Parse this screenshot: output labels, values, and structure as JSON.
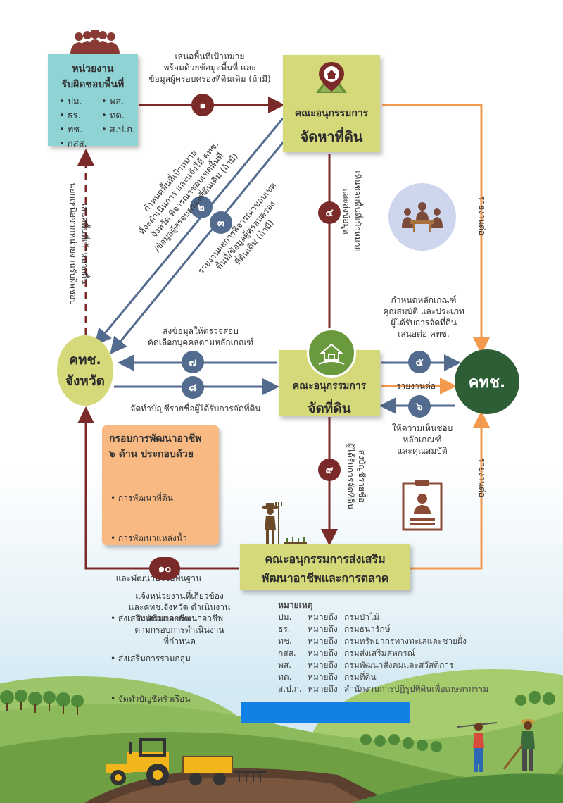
{
  "agencies": {
    "title_line1": "หน่วยงาน",
    "title_line2": "รับผิดชอบพื้นที่",
    "items": [
      "• ปม.",
      "• พส.",
      "• ธร.",
      "• ทด.",
      "• ทช.",
      "• ส.ป.ก.",
      "• กสส."
    ]
  },
  "committees": {
    "land_finding_line1": "คณะอนุกรรมการ",
    "land_finding_line2": "จัดหาที่ดิน",
    "land_allocation_line1": "คณะอนุกรรมการ",
    "land_allocation_line2": "จัดที่ดิน",
    "promotion_line1": "คณะอนุกรรมการส่งเสริม",
    "promotion_line2": "พัฒนาอาชีพและการตลาด",
    "province_line1": "คทช.",
    "province_line2": "จังหวัด",
    "national": "คทช."
  },
  "steps": {
    "s1": "๑",
    "s2": "๒",
    "s3": "๓",
    "s4": "๔",
    "s5": "๕",
    "s6": "๖",
    "s7": "๗",
    "s8": "๘",
    "s9": "๙",
    "s10": "๑๐"
  },
  "labels": {
    "step1_l1": "เสนอพื้นที่เป้าหมาย",
    "step1_l2": "พร้อมด้วยข้อมูลพื้นที่ และ",
    "step1_l3": "ข้อมูลผู้ครอบครองที่ดินเดิม (ถ้ามี)",
    "step2_l1": "กำหนดพื้นที่เป้าหมาย",
    "step2_l2": "ที่จะดำเนินการ และแจ้งให้ คทช.",
    "step2_l3": "จังหวัด พิจารณาขอบเขตพื้นที่",
    "step2_l4": "/ข้อมูลผู้ครอบครองที่ดินเดิม (ถ้ามี)",
    "step3_l1": "รายงานผลการพิจารณาขอบเขต",
    "step3_l2": "พื้นที่/ข้อมูลผู้ครอบครอง",
    "step3_l3": "ที่ดินเดิม (ถ้ามี)",
    "left_up_l1": "เสนอพื้นที่เป้าหมายอื่น",
    "left_up_l2": "นอกเหนือจากหน่วยงานรับผิดชอบ",
    "step4_l1": "เห็นชอบพื้นที่เป้าหมาย",
    "step4_l2": "และส่งข้อมูล",
    "report_top": "รายงานต่อ",
    "report_mid": "รายงานต่อ",
    "report_bottom": "รายงานต่อ",
    "step5_l1": "กำหนดหลักเกณฑ์",
    "step5_l2": "คุณสมบัติ และประเภท",
    "step5_l3": "ผู้ได้รับการจัดที่ดิน",
    "step5_l4": "เสนอต่อ คทช.",
    "step6_l1": "ให้ความเห็นชอบ",
    "step6_l2": "หลักเกณฑ์",
    "step6_l3": "และคุณสมบัติ",
    "step7_l1": "ส่งข้อมูลให้ตรวจสอบ",
    "step7_l2": "คัดเลือกบุคคลตามหลักเกณฑ์",
    "step8": "จัดทำบัญชีรายชื่อผู้ได้รับการจัดที่ดิน",
    "step9_l1": "ส่งบัญชีรายชื่อ",
    "step9_l2": "ผู้ได้รับการจัดที่ดิน",
    "step10_l1": "แจ้งหน่วยงานที่เกี่ยวข้อง",
    "step10_l2": "และคทช.จังหวัด ดำเนินงาน",
    "step10_l3": "ส่งเสริมและพัฒนาอาชีพ",
    "step10_l4": "ตามกรอบการดำเนินงาน",
    "step10_l5": "ที่กำหนด"
  },
  "framework": {
    "title_l1": "กรอบการพัฒนาอาชีพ",
    "title_l2": "๖ ด้าน ประกอบด้วย",
    "items": [
      "• การพัฒนาที่ดิน",
      "• การพัฒนาแหล่งน้ำ",
      "  และพัฒนาปัจจัยพื้นฐาน",
      "• ส่งเสริมพัฒนาอาชีพ",
      "• ส่งเสริมการรวมกลุ่ม",
      "• จัดทำบัญชีครัวเรือน"
    ]
  },
  "legend": {
    "title": "หมายเหตุ",
    "rows": [
      {
        "abbr": "ปม.",
        "means": "หมายถึง",
        "full": "กรมป่าไม้"
      },
      {
        "abbr": "ธร.",
        "means": "หมายถึง",
        "full": "กรมธนารักษ์"
      },
      {
        "abbr": "ทช.",
        "means": "หมายถึง",
        "full": "กรมทรัพยากรทางทะเลและชายฝั่ง"
      },
      {
        "abbr": "กสส.",
        "means": "หมายถึง",
        "full": "กรมส่งเสริมสหกรณ์"
      },
      {
        "abbr": "พส.",
        "means": "หมายถึง",
        "full": "กรมพัฒนาสังคมและสวัสดิการ"
      },
      {
        "abbr": "ทด.",
        "means": "หมายถึง",
        "full": "กรมที่ดิน"
      },
      {
        "abbr": "ส.ป.ก.",
        "means": "หมายถึง",
        "full": "สำนักงานการปฏิรูปที่ดินเพื่อเกษตรกรรม"
      }
    ]
  },
  "colors": {
    "green_box": "#d6d97a",
    "teal_box": "#8fd3d5",
    "orange_box": "#f8b983",
    "dark_red": "#7b2a2a",
    "slate_blue": "#536b8e",
    "orange_line": "#f39a4f",
    "dark_green_circle": "#2e5e36",
    "province_circle": "#d6d97a",
    "blue_bar": "#1380e6"
  },
  "icons": [
    "people-icon",
    "location-pin-icon",
    "meeting-icon",
    "house-icon",
    "document-person-icon",
    "farmer-icon",
    "tractor-icon"
  ]
}
